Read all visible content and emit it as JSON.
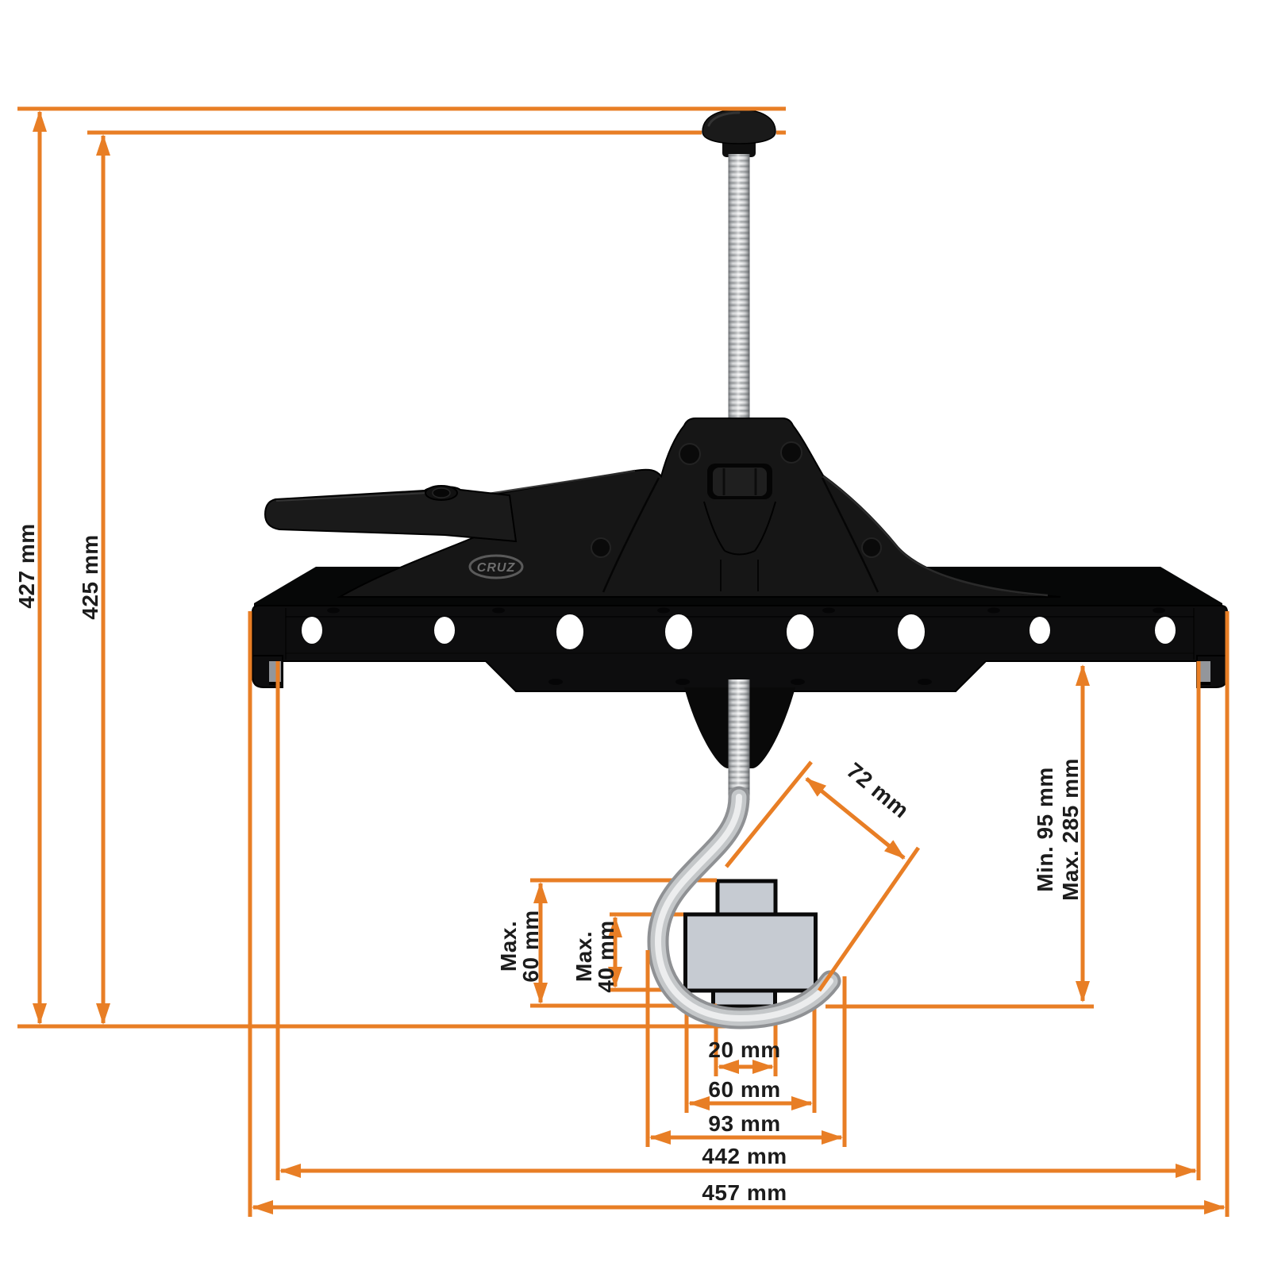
{
  "brand": {
    "logo_text": "CRUZ"
  },
  "style": {
    "accent": "#E87E25",
    "label_color": "#1c1c1c",
    "background": "#ffffff",
    "device_black": "#141414",
    "profile_gray": "#c6cbd2",
    "rod_gray": "#c4c7c9"
  },
  "dimensions": {
    "total_height": {
      "label": "427 mm"
    },
    "height_to_knob_seat": {
      "label": "425 mm"
    },
    "hook_opening_diagonal": {
      "label": "72 mm"
    },
    "clamp_range": {
      "min": "Min. 95 mm",
      "max": "Max. 285 mm"
    },
    "profile_max_height": {
      "prefix": "Max.",
      "value": "60 mm"
    },
    "profile_inner_max_height": {
      "prefix": "Max.",
      "value": "40 mm"
    },
    "foot_slot_width": {
      "label": "20 mm"
    },
    "profile_width": {
      "label": "60 mm"
    },
    "hook_outer_width": {
      "label": "93 mm"
    },
    "inner_span": {
      "label": "442 mm"
    },
    "total_width": {
      "label": "457 mm"
    }
  }
}
